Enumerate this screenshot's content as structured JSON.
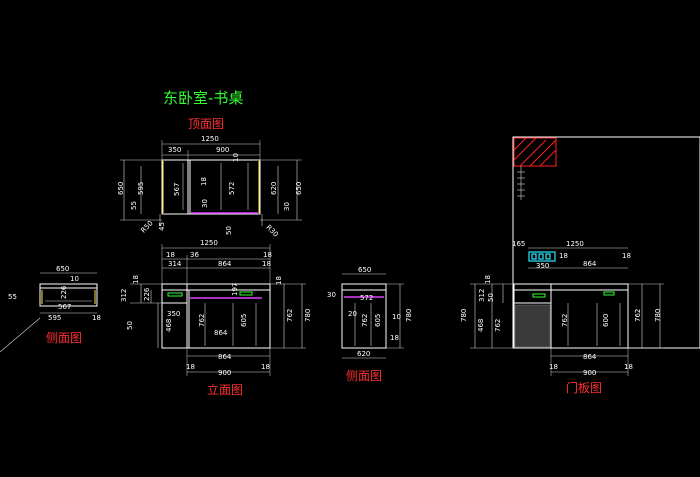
{
  "title": "东卧室-书桌",
  "views": {
    "top": "顶面图",
    "front": "立面图",
    "side_left": "侧面图",
    "side_right": "侧面图",
    "door": "门板图"
  },
  "dims": {
    "top_1250": "1250",
    "top_350": "350",
    "top_900": "900",
    "top_10": "10",
    "top_650_l": "650",
    "top_595": "595",
    "top_55": "55",
    "top_567": "567",
    "top_18": "18",
    "top_572": "572",
    "top_30_a": "30",
    "top_50": "50",
    "top_620": "620",
    "top_650_r": "650",
    "top_30_b": "30",
    "top_r50": "R50",
    "top_r30": "R30",
    "top_45": "45",
    "fr_1250": "1250",
    "fr_36": "36",
    "fr_18_a": "18",
    "fr_314": "314",
    "fr_864_top": "864",
    "fr_18_b": "18",
    "fr_18_c": "18",
    "fr_312": "312",
    "fr_18_d": "18",
    "fr_226": "226",
    "fr_50": "50",
    "fr_468": "468",
    "fr_350": "350",
    "fr_762_a": "762",
    "fr_864_mid": "864",
    "fr_605": "605",
    "fr_197": "197",
    "fr_18_e": "18",
    "fr_762_b": "762",
    "fr_780": "780",
    "fr_864_bot": "864",
    "fr_900": "900",
    "fr_18_f": "18",
    "fr_18_g": "18",
    "ls_650": "650",
    "ls_10": "10",
    "ls_55": "55",
    "ls_226": "226",
    "ls_567": "567",
    "ls_595": "595",
    "ls_18": "18",
    "rs_650": "650",
    "rs_572": "572",
    "rs_30": "30",
    "rs_20": "20",
    "rs_762": "762",
    "rs_605": "605",
    "rs_10": "10",
    "rs_780": "780",
    "rs_18": "18",
    "rs_620": "620",
    "dr_165": "165",
    "dr_1250": "1250",
    "dr_350": "350",
    "dr_18_a": "18",
    "dr_864_top": "864",
    "dr_18_b": "18",
    "dr_312": "312",
    "dr_50": "50",
    "dr_18_c": "18",
    "dr_780_l": "780",
    "dr_468": "468",
    "dr_762_l": "762",
    "dr_762_mid": "762",
    "dr_600": "600",
    "dr_762_r": "762",
    "dr_780_r": "780",
    "dr_864_bot": "864",
    "dr_900": "900",
    "dr_18_d": "18",
    "dr_18_e": "18"
  },
  "colors": {
    "background": "#000000",
    "lines": "#ffffff",
    "labels": "#ff3030",
    "title": "#33ff33",
    "accent_yellow": "#ffe94a",
    "accent_magenta": "#e040ff",
    "accent_cyan": "#28e8ff"
  }
}
